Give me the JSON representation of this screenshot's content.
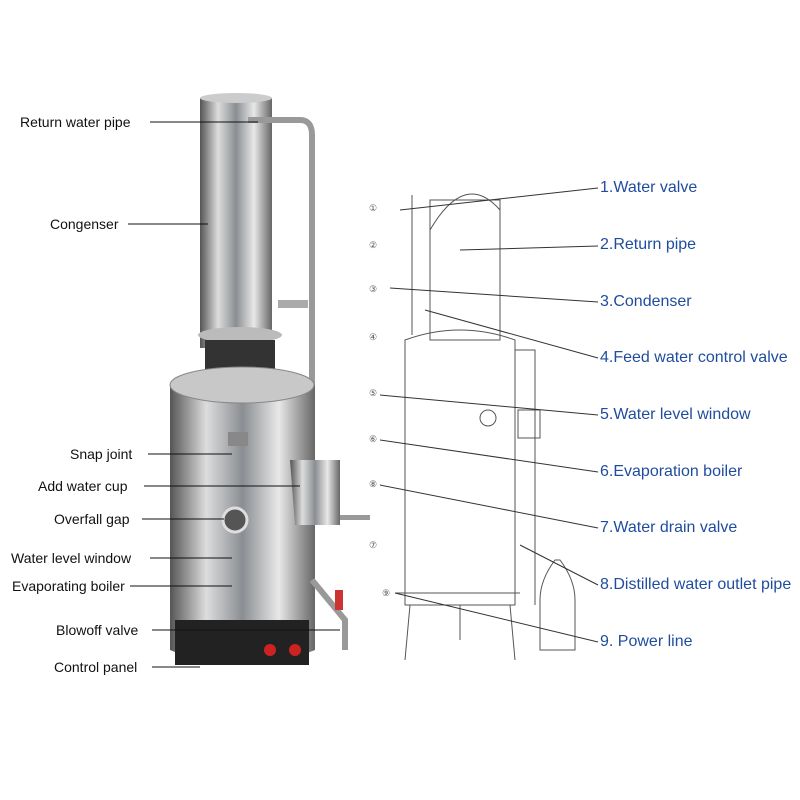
{
  "left_labels": [
    "Return water pipe",
    "Congenser",
    "Snap joint",
    "Add water cup",
    "Overfall gap",
    "Water level window",
    "Evaporating boiler",
    "Blowoff valve",
    "Control panel"
  ],
  "right_labels": [
    "1.Water valve",
    "2.Return pipe",
    "3.Condenser",
    "4.Feed water control valve",
    "5.Water level window",
    "6.Evaporation boiler",
    "7.Water drain valve",
    "8.Distilled water outlet pipe",
    "9. Power line"
  ],
  "circle_numbers": [
    "①",
    "②",
    "③",
    "④",
    "⑤",
    "⑥",
    "⑧",
    "⑦",
    "⑨"
  ],
  "colors": {
    "right_label": "#1f4c9e",
    "steel": "#b8bcc0"
  }
}
